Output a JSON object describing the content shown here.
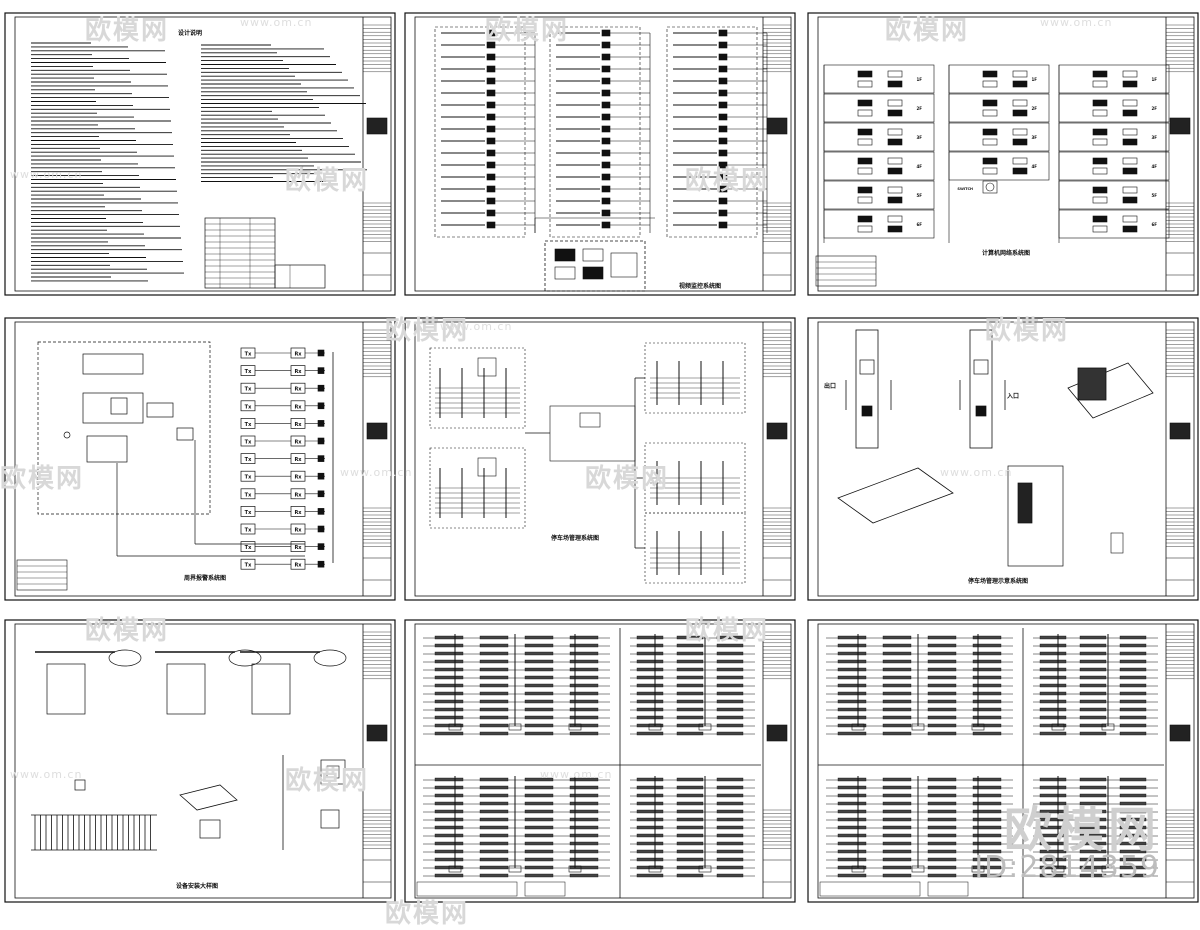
{
  "watermark": {
    "brand": "欧模网",
    "url": "www.om.cn",
    "id_label": "ID:2814359"
  },
  "sheets": [
    {
      "name": "panel-design-notes",
      "title": "设计说明"
    },
    {
      "name": "panel-video-monitoring",
      "title": "视频监控系统图"
    },
    {
      "name": "panel-computer-network",
      "title": "计算机网络系统图"
    },
    {
      "name": "panel-perimeter-alarm",
      "title": "周界报警系统图"
    },
    {
      "name": "panel-parking-management",
      "title": "停车场管理系统图"
    },
    {
      "name": "panel-parking-layout",
      "title": "停车场管理示意系统图"
    },
    {
      "name": "panel-equipment-install",
      "title": "设备安装大样图"
    },
    {
      "name": "panel-wiring-a",
      "title": ""
    },
    {
      "name": "panel-wiring-b",
      "title": ""
    }
  ],
  "network": {
    "switch_label": "SWITCH",
    "floor_labels": [
      "1F",
      "2F",
      "3F",
      "4F",
      "5F",
      "6F"
    ]
  },
  "perimeter": {
    "tx_label": "Tx",
    "rx_label": "Rx",
    "pair_count": 13
  },
  "parking": {
    "entry_label": "入口",
    "exit_label": "出口"
  }
}
